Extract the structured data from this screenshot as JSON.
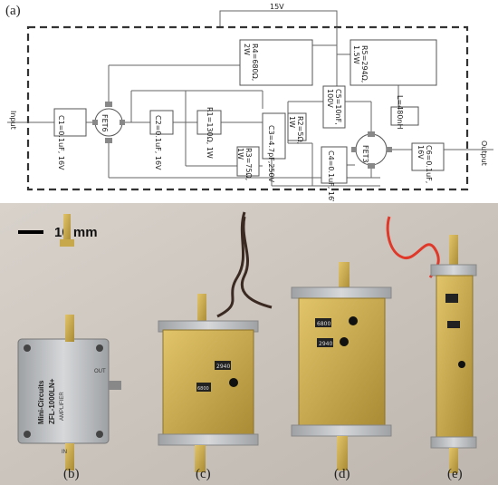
{
  "schematic": {
    "panel_label": "(a)",
    "supply": "15V",
    "input_label": "Input",
    "output_label": "Output",
    "fet6": "FET6",
    "fet3": "FET3",
    "c1": "C1=0.1uF, 16V",
    "c2": "C2=0.1uF, 16V",
    "r1": "R1=130Ω, 1W",
    "r4a": "R4=680Ω,",
    "r4b": "2W",
    "r5a": "R5=294Ω,",
    "r5b": "1.5W",
    "c5a": "C5=10nF,",
    "c5b": "100V",
    "l": "L=480nH",
    "r2a": "R2=5Ω,",
    "r2b": "1W",
    "c3": "C3=4.7pF,250V",
    "r3a": "R3=75Ω,",
    "r3b": "1W",
    "c4": "C4=0.1uF, 16V",
    "c6a": "C6=0.1uF,",
    "c6b": "16V"
  },
  "photo": {
    "scale_bar": "10 mm",
    "device_b_brand": "Mini-Circuits",
    "device_b_model": "ZFL-1000LN+",
    "device_b_sub": "AMPLIFIER",
    "device_b_in": "IN",
    "device_b_out": "OUT",
    "device_c_chip1": "2940",
    "device_c_chip2": "6800",
    "device_d_chip1": "6800",
    "device_d_chip2": "2940",
    "labels": [
      "(b)",
      "(c)",
      "(d)",
      "(e)"
    ]
  },
  "colors": {
    "wire": "#555555",
    "dashed_box": "#333333",
    "photo_bg": "#c9c3bc",
    "gold": "#c9a84a",
    "silver": "#b9bcc0",
    "red_wire": "#e0392a",
    "brown_wire": "#3b2a22"
  }
}
